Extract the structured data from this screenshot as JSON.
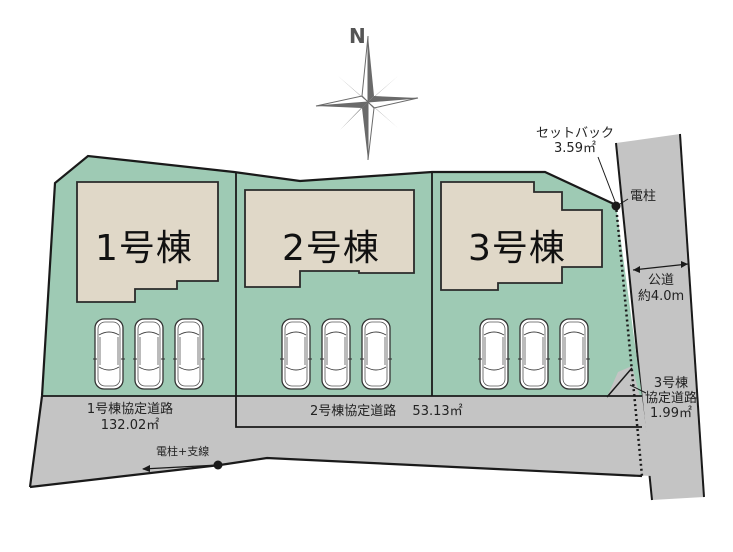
{
  "compass": {
    "north_label": "N"
  },
  "lots": [
    {
      "id": 1,
      "label": "1号棟",
      "parking_spaces": 3
    },
    {
      "id": 2,
      "label": "2号棟",
      "parking_spaces": 3
    },
    {
      "id": 3,
      "label": "3号棟",
      "parking_spaces": 3
    }
  ],
  "annotations": {
    "setback": {
      "line1": "セットバック",
      "line2": "3.59㎡"
    },
    "utility_pole_top": "電柱",
    "public_road": {
      "line1": "公道",
      "line2": "約4.0m"
    },
    "lot3_agreement_road": {
      "line1": "3号棟",
      "line2": "協定道路",
      "line3": "1.99㎡"
    },
    "lot1_agreement_road": {
      "line1": "1号棟協定道路",
      "line2": "132.02㎡"
    },
    "lot2_agreement_road": {
      "label": "2号棟協定道路",
      "area": "53.13㎡"
    },
    "utility_pole_guy": "電柱+支線"
  },
  "colors": {
    "lot_green": "#9ecab4",
    "building_beige": "#e0d8c8",
    "road_grey": "#c4c4c4",
    "outline": "#1a1a1a",
    "compass_grey": "#6a6a6a"
  }
}
